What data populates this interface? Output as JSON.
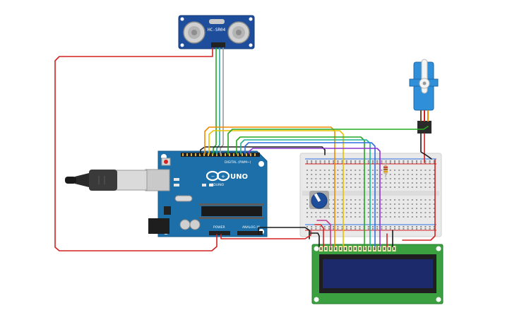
{
  "sensor": {
    "label": "HC-SR04"
  },
  "arduino": {
    "brand": "ARDUINO",
    "model": "UNO",
    "digital_label": "DIGITAL (PWM~)",
    "power_label": "POWER",
    "analog_label": "ANALOG IN"
  },
  "colors": {
    "wire_red": "#d42020",
    "wire_black": "#1a1a1a",
    "wire_orange": "#f08a00",
    "wire_yellow": "#e8c300",
    "wire_green": "#27a820",
    "wire_teal": "#1fb09a",
    "wire_blue": "#2f6ee0",
    "wire_purple": "#8a35c9",
    "wire_gray": "#9a9a9a",
    "wire_pink": "#c53b8a",
    "board_blue": "#1c6fa8",
    "sensor_blue": "#1d4d9b",
    "lcd_green": "#3aa040",
    "lcd_screen": "#1c2a6b",
    "servo_blue": "#2f8fd8"
  },
  "icons": [
    "usb-cable-icon",
    "arduino-infinity-logo-icon",
    "reset-button-icon",
    "potentiometer-knob-icon",
    "servo-horn-icon"
  ]
}
